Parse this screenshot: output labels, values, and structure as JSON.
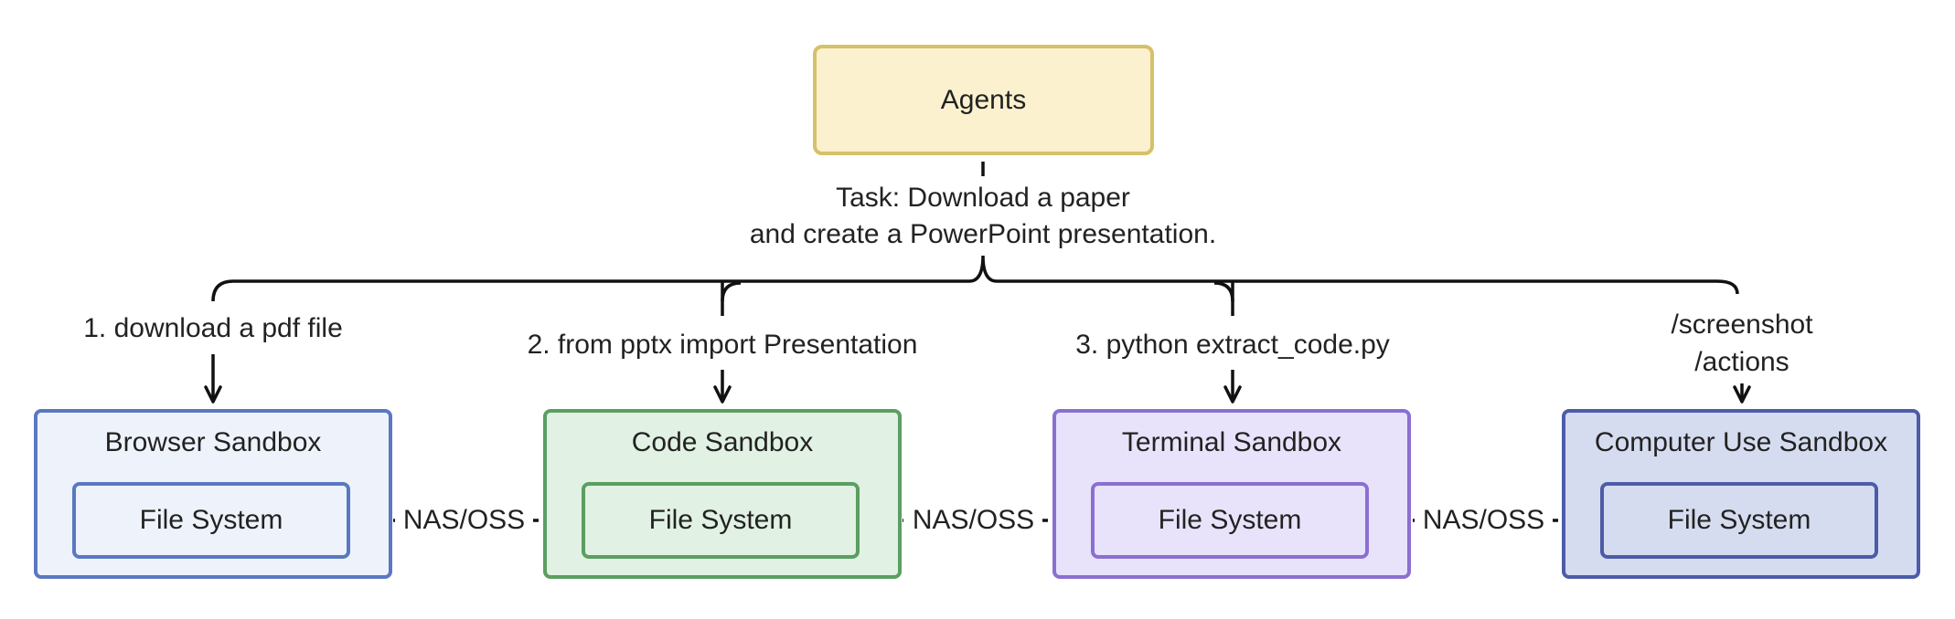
{
  "agents": {
    "label": "Agents",
    "fill": "#fbf1cf",
    "stroke": "#d6c06a"
  },
  "task": {
    "line1": "Task: Download a paper",
    "line2": "and create a PowerPoint presentation."
  },
  "steps": {
    "browser": "1. download a pdf file",
    "code": "2. from pptx import Presentation",
    "terminal": "3. python extract_code.py",
    "computer_line1": "/screenshot",
    "computer_line2": "/actions"
  },
  "sandboxes": [
    {
      "title": "Browser Sandbox",
      "file_system": "File System",
      "fill": "#eef3fb",
      "stroke": "#5a78c2"
    },
    {
      "title": "Code Sandbox",
      "file_system": "File System",
      "fill": "#e1f1e3",
      "stroke": "#5b9e62"
    },
    {
      "title": "Terminal Sandbox",
      "file_system": "File System",
      "fill": "#e8e3fb",
      "stroke": "#8b6fd0"
    },
    {
      "title": "Computer Use Sandbox",
      "file_system": "File System",
      "fill": "#d6dcf0",
      "stroke": "#4d5ca8"
    }
  ],
  "links": [
    "NAS/OSS",
    "NAS/OSS",
    "NAS/OSS"
  ]
}
